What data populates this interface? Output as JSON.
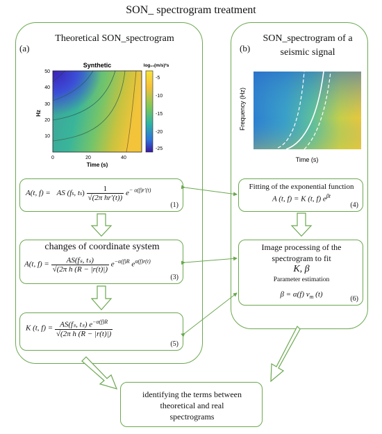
{
  "title": "SON_ spectrogram treatment",
  "left_panel": {
    "label": "(a)",
    "title": "Theoretical SON_spectrogram",
    "chart": {
      "title": "Synthetic",
      "xlabel": "Time (s)",
      "ylabel": "Hz",
      "xticks": [
        "0",
        "20",
        "40"
      ],
      "yticks": [
        "50",
        "40",
        "30",
        "20",
        "10"
      ],
      "colorbar_title": "log₁₀(m/s)²s",
      "colorbar_ticks": [
        "-5",
        "-10",
        "-15",
        "-20",
        "-25"
      ]
    },
    "eq1": {
      "lhs": "A(t, f) =",
      "coef": "AS (f",
      "num": "1",
      "den": "√(2π hr′(t))",
      "exp": "e",
      "exp_power": "− α(f)r′(t)",
      "number": "(1)"
    },
    "eq3": {
      "heading": "changes of coordinate system",
      "lhs": "A(t, f) =",
      "num": "AS(fₛ, tₛ)",
      "den": "√(2π h (R − |r(t)|)",
      "tail": "e",
      "tail_power1": "−α(f)R",
      "tail2": "e",
      "tail_power2": "α(f)r(t)",
      "number": "(3)"
    },
    "eq5": {
      "lhs": "K (t, f) =",
      "num": "AS(fₛ, tₛ) e",
      "num_power": "−α(f)R",
      "den": "√(2π h (R − |r(t)|)",
      "number": "(5)"
    }
  },
  "right_panel": {
    "label": "(b)",
    "title_line1": "SON_spectrogram of a",
    "title_line2": "seismic signal",
    "chart": {
      "xlabel": "Time (s)",
      "ylabel": "Frequency (Hz)"
    },
    "eq4": {
      "line1": "Fitting of the exponential function",
      "line2": "A (t, f) = K (t, f) e",
      "line2_power": "βt",
      "number": "(4)"
    },
    "eq6": {
      "line1": "Image processing of the",
      "line2": "spectrogram to fit",
      "line3": "K, β",
      "line4": "Parameter estimation",
      "line5": "β = α(f) v",
      "line5_sub": "m",
      "line5_tail": " (t)",
      "number": "(6)"
    }
  },
  "bottom": {
    "line1": "identifying the terms between",
    "line2": "theoretical and real",
    "line3": "spectrograms"
  },
  "colors": {
    "border": "#6aa84f",
    "arrow": "#6aa84f"
  }
}
